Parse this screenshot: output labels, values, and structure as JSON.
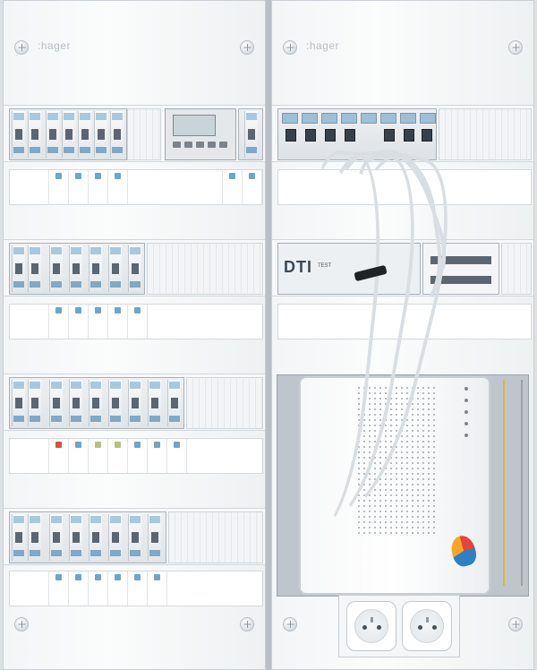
{
  "scene": {
    "description_colors": {
      "panel": "#f6f8f9",
      "breaker_accent": "#7fa9c6",
      "tie": "#1f2327"
    }
  },
  "left_panel": {
    "brand": ":hager"
  },
  "right_panel": {
    "brand": ":hager",
    "dti_label": "DTI",
    "test_label": "TEST"
  },
  "icons": [
    "screw-icon",
    "breaker-icon",
    "rj45-port-icon",
    "power-outlet-icon",
    "logo-icon"
  ]
}
